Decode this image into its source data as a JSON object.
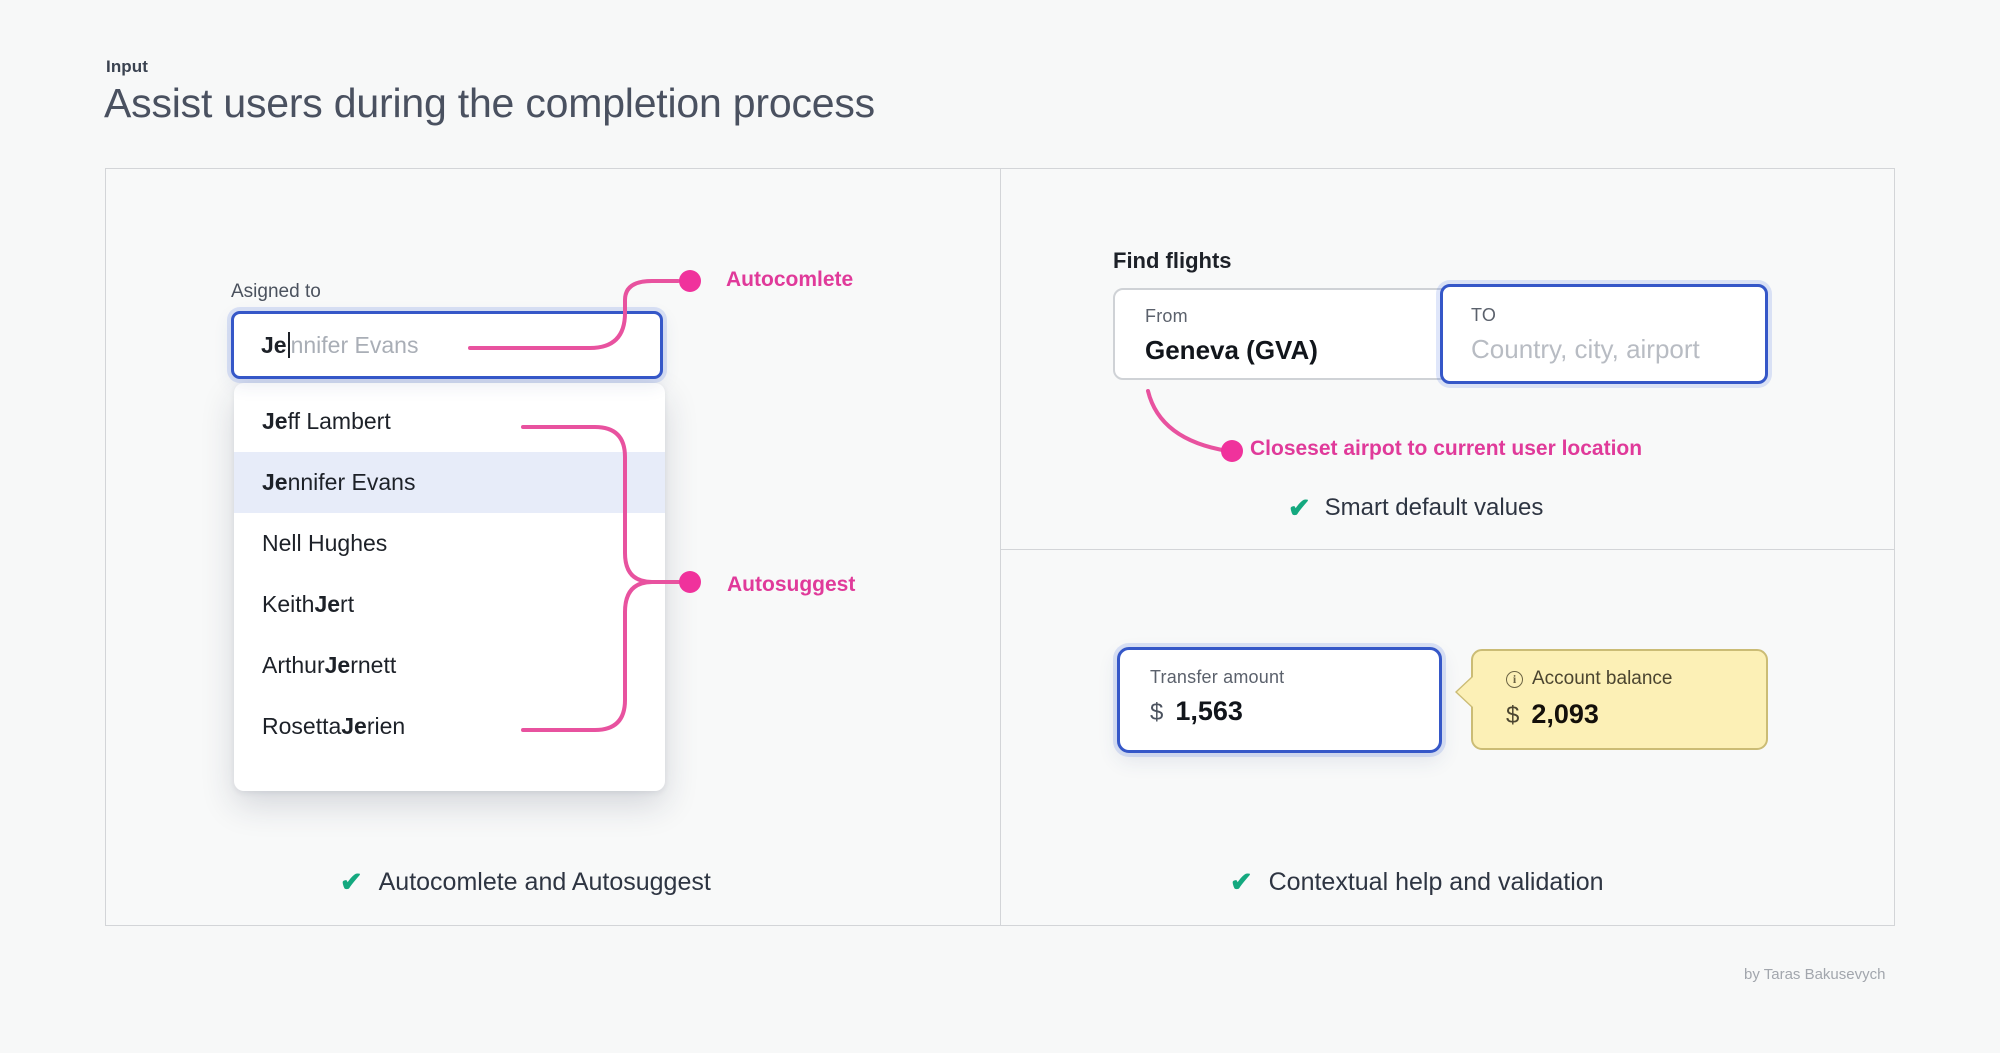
{
  "header": {
    "eyebrow": "Input",
    "title": "Assist users during the completion process"
  },
  "left_panel": {
    "field_label": "Asigned to",
    "input": {
      "typed_text": "Je",
      "ghost_text": "nnifer Evans"
    },
    "suggestions": [
      {
        "match": "Je",
        "rest": "ff Lambert",
        "prefix": "",
        "selected": false
      },
      {
        "match": "Je",
        "rest": "nnifer Evans",
        "prefix": "",
        "selected": true
      },
      {
        "match": "",
        "rest": "Nell Hughes",
        "prefix": "",
        "selected": false
      },
      {
        "match": "Je",
        "rest": "rt",
        "prefix": "Keith ",
        "selected": false
      },
      {
        "match": "Je",
        "rest": "rnett",
        "prefix": "Arthur ",
        "selected": false
      },
      {
        "match": "Je",
        "rest": "rien",
        "prefix": "Rosetta ",
        "selected": false
      }
    ],
    "annotations": {
      "autocomplete": "Autocomlete",
      "autosuggest": "Autosuggest"
    },
    "caption": "Autocomlete and Autosuggest"
  },
  "right_top": {
    "title": "Find flights",
    "from": {
      "label": "From",
      "value": "Geneva (GVA)"
    },
    "to": {
      "label": "TO",
      "placeholder": "Country, city, airport"
    },
    "annotation": "Closeset airpot to current user location",
    "caption": "Smart default values"
  },
  "right_bottom": {
    "transfer": {
      "label": "Transfer amount",
      "currency": "$",
      "amount": "1,563"
    },
    "balance": {
      "icon": "info-icon",
      "label": "Account balance",
      "currency": "$",
      "amount": "2,093"
    },
    "caption": "Contextual help and validation"
  },
  "footer": {
    "credit": "by Taras Bakusevych"
  },
  "colors": {
    "accent_pink": "#e03a9a",
    "focus_blue": "#3557c8",
    "check_green": "#14a97f",
    "tooltip_yellow": "#fcf0b6",
    "page_bg": "#f7f8f8"
  },
  "icons": {
    "check": "✔",
    "info": "i",
    "caret": "text-caret"
  }
}
